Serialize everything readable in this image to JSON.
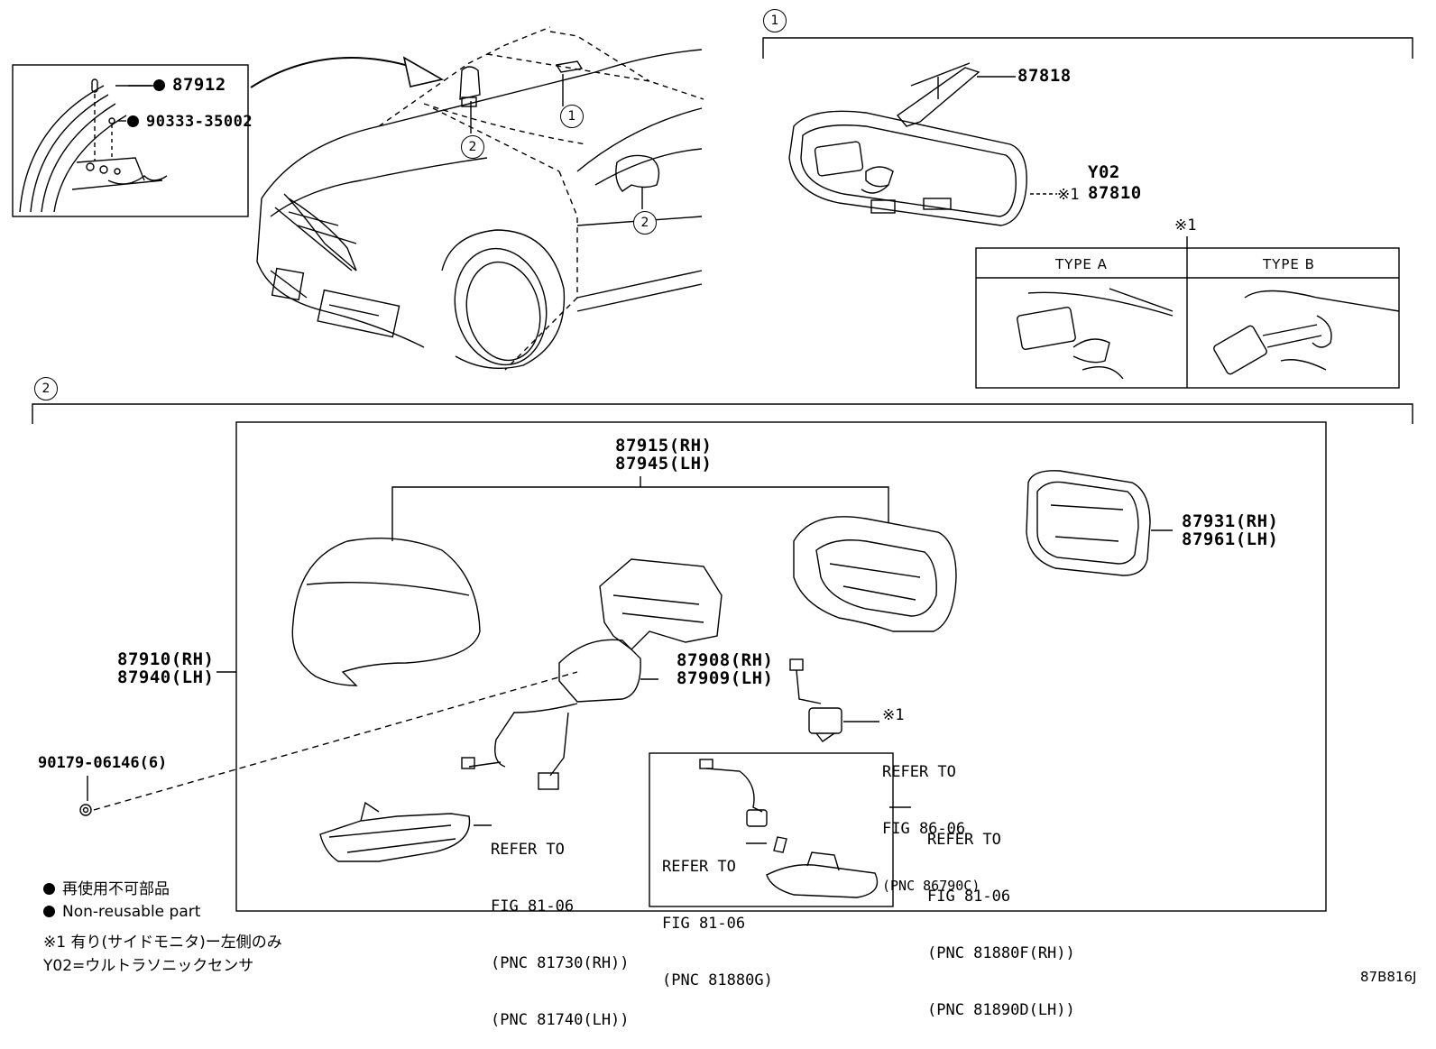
{
  "callouts": {
    "one": "1",
    "two": "2"
  },
  "inset_top_left": {
    "part_a": "87912",
    "part_b": "90333-35002"
  },
  "section_1": {
    "bracket_part": "87818",
    "mirror_code": "Y02",
    "mirror_note": "※1",
    "mirror_part": "87810",
    "types_note": "※1",
    "type_a": "TYPE A",
    "type_b": "TYPE B"
  },
  "section_2": {
    "cover_rh": "87915(RH)",
    "cover_lh": "87945(LH)",
    "frame_rh": "87931(RH)",
    "frame_lh": "87961(LH)",
    "assy_rh": "87910(RH)",
    "assy_lh": "87940(LH)",
    "body_rh": "87908(RH)",
    "body_lh": "87909(LH)",
    "screw": "90179-06146(6)",
    "ref_camera": [
      "※1",
      "REFER TO",
      "FIG 86-06",
      "(PNC 86790C)"
    ],
    "ref_turn": [
      "REFER TO",
      "FIG 81-06",
      "(PNC 81730(RH))",
      "(PNC 81740(LH))"
    ],
    "ref_bulb": [
      "REFER TO",
      "FIG 81-06",
      "(PNC 81880G)"
    ],
    "ref_lamp": [
      "REFER TO",
      "FIG 81-06",
      "(PNC 81880F(RH))",
      "(PNC 81890D(LH))"
    ]
  },
  "legend": {
    "jp_nonreusable": "再使用不可部品",
    "en_nonreusable": "Non-reusable part",
    "note1": "※1 有り(サイドモニタ)ー左側のみ",
    "note2": "Y02=ウルトラソニックセンサ"
  },
  "figure_code": "87B816J"
}
